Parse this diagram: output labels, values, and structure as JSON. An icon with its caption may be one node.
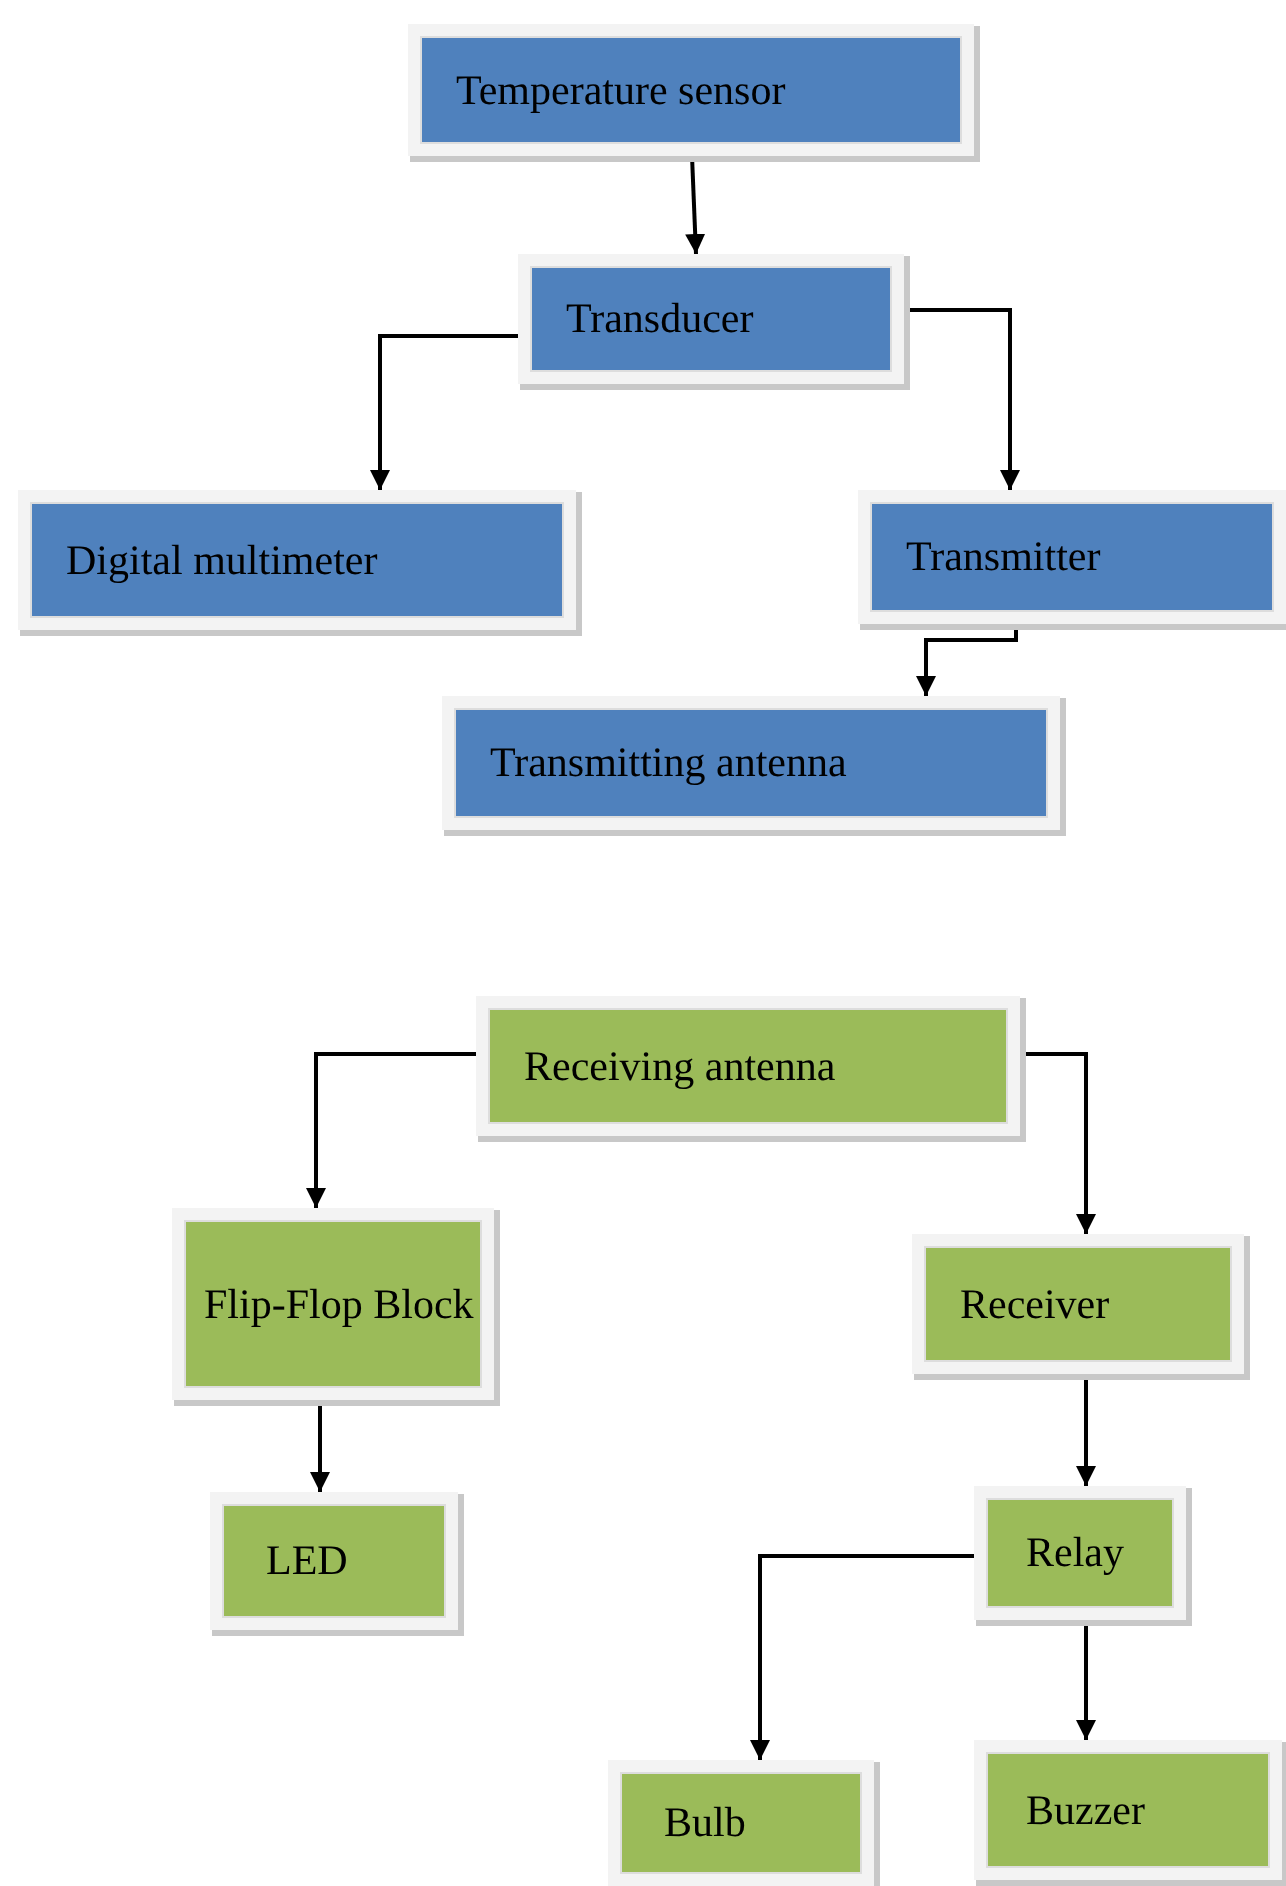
{
  "diagram": {
    "nodes": [
      {
        "text": [
          "Temperature sensor"
        ]
      },
      {
        "text": [
          "Transducer"
        ]
      },
      {
        "text": [
          "Digital multimeter"
        ]
      },
      {
        "text": [
          "Transmitter"
        ]
      },
      {
        "text": [
          "Transmitting antenna"
        ]
      },
      {
        "text": [
          "Receiving antenna"
        ]
      },
      {
        "text": [
          "Flip-Flop Block"
        ]
      },
      {
        "text": [
          "Receiver"
        ]
      },
      {
        "text": [
          "LED"
        ]
      },
      {
        "text": [
          "Relay"
        ]
      },
      {
        "text": [
          "Bulb"
        ]
      },
      {
        "text": [
          "Buzzer"
        ]
      }
    ],
    "edges": [
      {
        "from": 0,
        "to": 1,
        "arrow": "to"
      },
      {
        "from": 1,
        "to": 2,
        "arrow": "to"
      },
      {
        "from": 1,
        "to": 3,
        "arrow": "to"
      },
      {
        "from": 3,
        "to": 4,
        "arrow": "to"
      },
      {
        "from": 5,
        "to": 6,
        "arrow": "to"
      },
      {
        "from": 5,
        "to": 7,
        "arrow": "to"
      },
      {
        "from": 6,
        "to": 8,
        "arrow": "to"
      },
      {
        "from": 7,
        "to": 9,
        "arrow": "to"
      },
      {
        "from": 9,
        "to": 10,
        "arrow": "to"
      },
      {
        "from": 9,
        "to": 11,
        "arrow": "to"
      }
    ]
  }
}
